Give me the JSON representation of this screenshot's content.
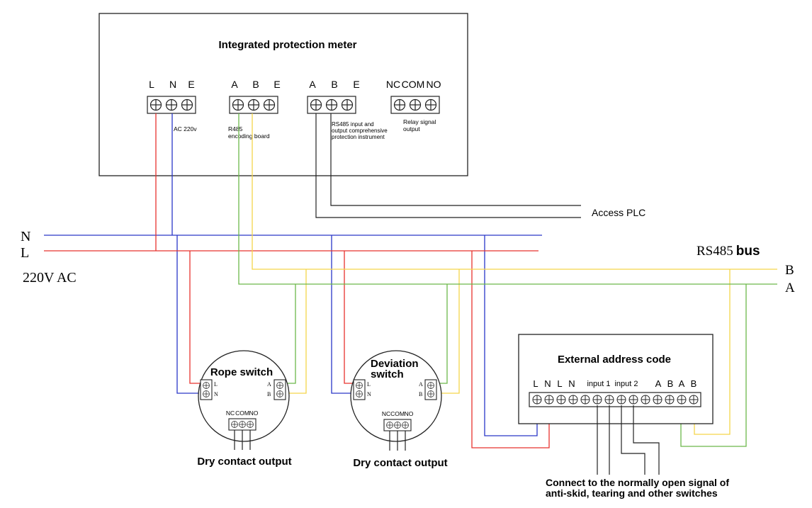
{
  "meter": {
    "title": "Integrated protection meter",
    "groups": [
      {
        "pins": [
          "L",
          "N",
          "E"
        ],
        "desc": [
          "AC 220v"
        ]
      },
      {
        "pins": [
          "A",
          "B",
          "E"
        ],
        "desc": [
          "R485",
          "encoding board"
        ]
      },
      {
        "pins": [
          "A",
          "B",
          "E"
        ],
        "desc": [
          "RS485 input and",
          "output comprehensive",
          "protection instrument"
        ]
      },
      {
        "pins": [
          "NC",
          "COM",
          "NO"
        ],
        "desc": [
          "Relay signal",
          "output"
        ]
      }
    ]
  },
  "plc_label": "Access PLC",
  "power": {
    "n_label": "N",
    "l_label": "L",
    "supply_label": "220V  AC"
  },
  "bus": {
    "prefix": "RS485",
    "suffix": "bus",
    "b_label": "B",
    "a_label": "A"
  },
  "rope_switch": {
    "title": "Rope switch",
    "left_pins": [
      "L",
      "N"
    ],
    "right_pins": [
      "A",
      "B"
    ],
    "bottom_pins": [
      "NC",
      "COM",
      "NO"
    ],
    "output": "Dry contact output"
  },
  "deviation_switch": {
    "title_line1": "Deviation",
    "title_line2": "switch",
    "left_pins": [
      "L",
      "N"
    ],
    "right_pins": [
      "A",
      "B"
    ],
    "bottom_pins": [
      "NC",
      "COM",
      "NO"
    ],
    "output": "Dry contact output"
  },
  "address_module": {
    "title": "External address code",
    "pin_labels": [
      "L",
      "N",
      "L",
      "N",
      "input 1",
      "input 2",
      "A",
      "B",
      "A",
      "B"
    ]
  },
  "switch_note": [
    "Connect to the normally open signal of",
    "anti-skid, tearing and other switches"
  ],
  "colors": {
    "red": "#e8332e",
    "blue": "#2a37c8",
    "green": "#6cb84a",
    "yellow": "#f5d54a",
    "black": "#222222"
  }
}
